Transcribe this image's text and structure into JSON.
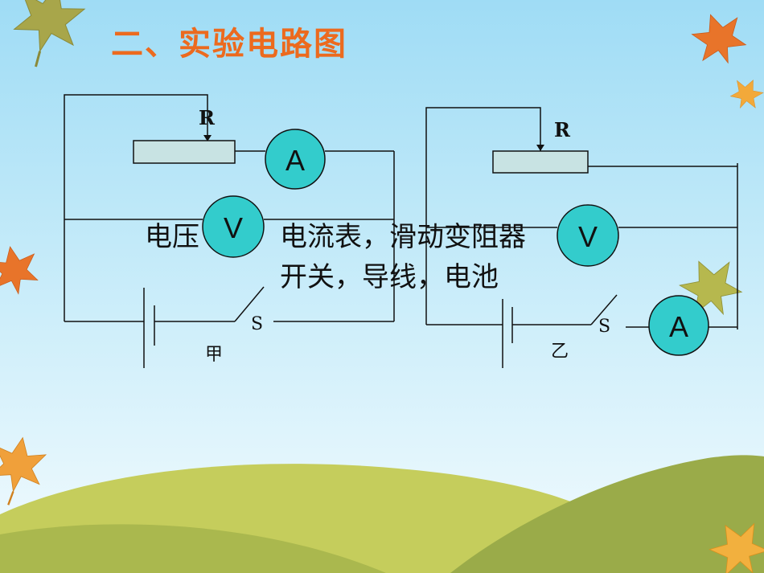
{
  "slide": {
    "title": "二、实验电路图",
    "colors": {
      "sky_top": "#9fdcf5",
      "sky_bottom": "#eaf8fd",
      "title": "#ec6a1e",
      "meter_fill": "#33cccc",
      "rheostat_fill": "#c8e3e3",
      "hill_light": "#c5cd5c",
      "hill_dark": "#9aab49"
    }
  },
  "circuit_a": {
    "label": "甲",
    "rheostat_label": "R",
    "ammeter_label": "A",
    "voltmeter_label": "V",
    "switch_label": "S"
  },
  "circuit_b": {
    "label": "乙",
    "rheostat_label": "R",
    "ammeter_label": "A",
    "voltmeter_label": "V",
    "switch_label": "S"
  },
  "equipment": {
    "line1_prefix": "电压",
    "line1_rest": "电流表，滑动变阻器",
    "line2": "开关，导线，电池"
  },
  "decor": {
    "leaf_icon": "maple-leaf-icon"
  }
}
